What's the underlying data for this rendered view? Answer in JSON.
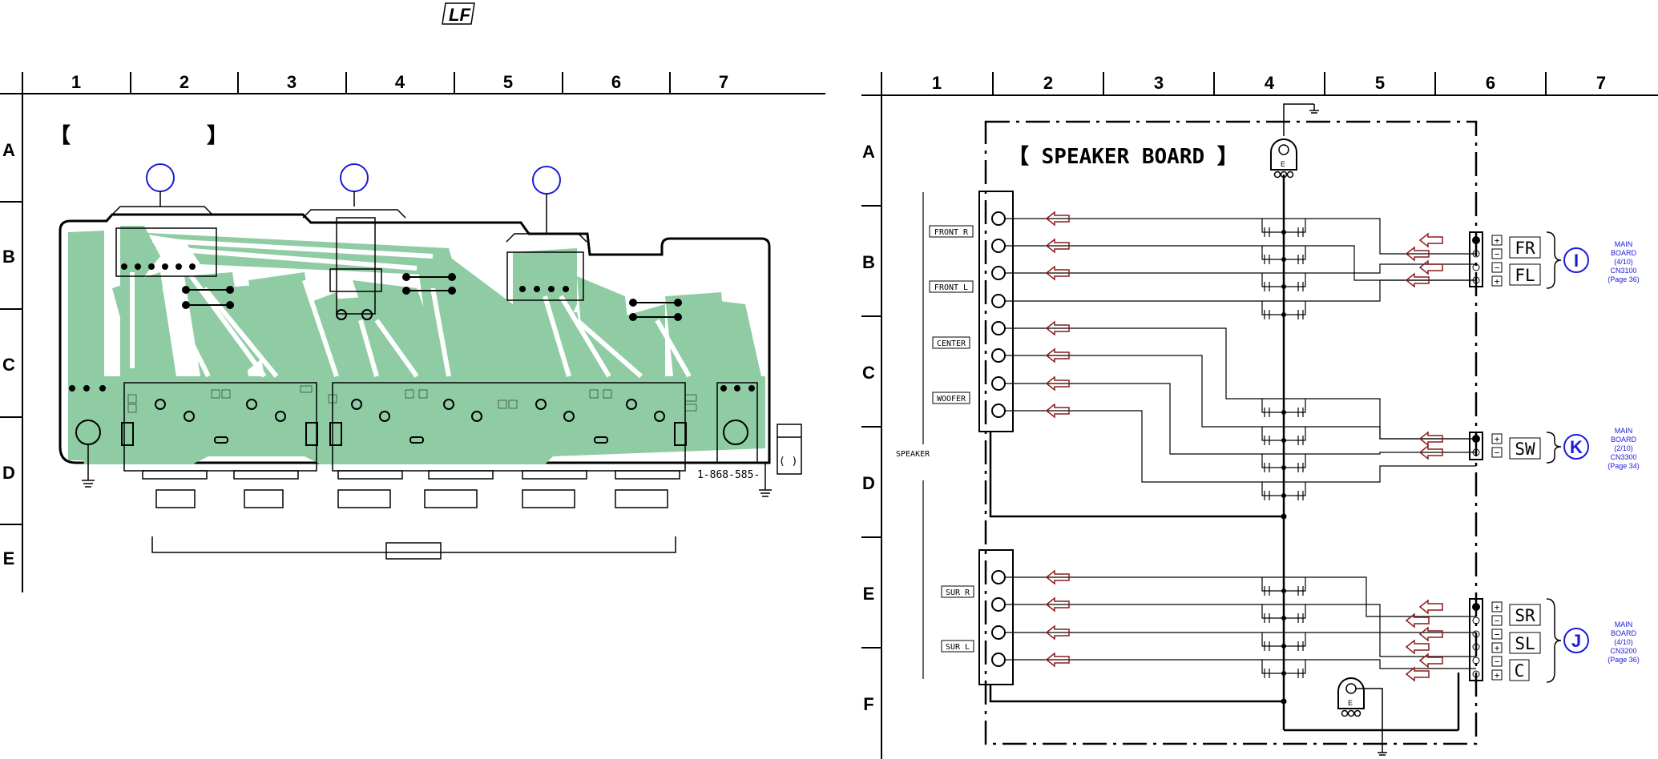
{
  "logo": {
    "text": "LF"
  },
  "left_panel": {
    "grid_cols": [
      "1",
      "2",
      "3",
      "4",
      "5",
      "6",
      "7"
    ],
    "grid_rows": [
      "A",
      "B",
      "C",
      "D",
      "E"
    ],
    "title_brackets": {
      "open": "【",
      "close": "】"
    },
    "part_number": "1-868-585-",
    "box_label": "(  )"
  },
  "right_panel": {
    "grid_cols": [
      "1",
      "2",
      "3",
      "4",
      "5",
      "6",
      "7"
    ],
    "grid_rows": [
      "A",
      "B",
      "C",
      "D",
      "E",
      "F"
    ],
    "title": "【 SPEAKER BOARD 】",
    "ground_label": "E",
    "speaker_label": "SPEAKER",
    "input_labels": [
      {
        "id": "front-r",
        "text": "FRONT R"
      },
      {
        "id": "front-l",
        "text": "FRONT L"
      },
      {
        "id": "center",
        "text": "CENTER"
      },
      {
        "id": "woofer",
        "text": "WOOFER"
      },
      {
        "id": "sur-r",
        "text": "SUR R"
      },
      {
        "id": "sur-l",
        "text": "SUR L"
      }
    ],
    "channel_tags": [
      {
        "text": "FR",
        "polarity": [
          "+",
          "−"
        ]
      },
      {
        "text": "FL",
        "polarity": [
          "−",
          "+"
        ]
      },
      {
        "text": "SW",
        "polarity": [
          "+",
          "−"
        ]
      },
      {
        "text": "SR",
        "polarity": [
          "+",
          "−"
        ]
      },
      {
        "text": "SL",
        "polarity": [
          "−",
          "+"
        ]
      },
      {
        "text": "C",
        "polarity": [
          "−",
          "+"
        ]
      }
    ],
    "connectors": [
      {
        "letter": "I",
        "lines": [
          "MAIN",
          "BOARD",
          "(4/10)",
          "CN3100",
          "(Page 36)"
        ]
      },
      {
        "letter": "K",
        "lines": [
          "MAIN",
          "BOARD",
          "(2/10)",
          "CN3300",
          "(Page 34)"
        ]
      },
      {
        "letter": "J",
        "lines": [
          "MAIN",
          "BOARD",
          "(4/10)",
          "CN3200",
          "(Page 36)"
        ]
      }
    ]
  },
  "colors": {
    "accent_blue": "#1a1adc",
    "pcb_green": "#8fcca4",
    "arrow_red": "#8b1a1a"
  }
}
